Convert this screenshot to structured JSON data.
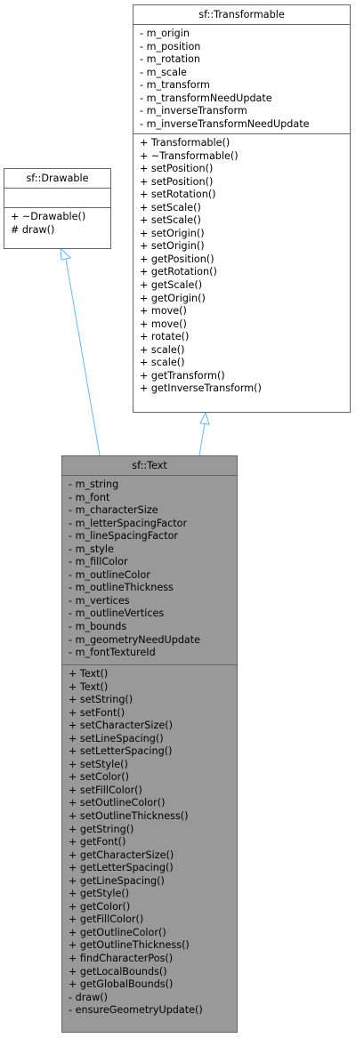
{
  "classes": {
    "transformable": {
      "name": "sf::Transformable",
      "attributes": [
        "- m_origin",
        "- m_position",
        "- m_rotation",
        "- m_scale",
        "- m_transform",
        "- m_transformNeedUpdate",
        "- m_inverseTransform",
        "- m_inverseTransformNeedUpdate"
      ],
      "methods": [
        "+ Transformable()",
        "+ ~Transformable()",
        "+ setPosition()",
        "+ setPosition()",
        "+ setRotation()",
        "+ setScale()",
        "+ setScale()",
        "+ setOrigin()",
        "+ setOrigin()",
        "+ getPosition()",
        "+ getRotation()",
        "+ getScale()",
        "+ getOrigin()",
        "+ move()",
        "+ move()",
        "+ rotate()",
        "+ scale()",
        "+ scale()",
        "+ getTransform()",
        "+ getInverseTransform()"
      ]
    },
    "drawable": {
      "name": "sf::Drawable",
      "attributes": [],
      "methods": [
        "+ ~Drawable()",
        "# draw()"
      ]
    },
    "text": {
      "name": "sf::Text",
      "attributes": [
        "- m_string",
        "- m_font",
        "- m_characterSize",
        "- m_letterSpacingFactor",
        "- m_lineSpacingFactor",
        "- m_style",
        "- m_fillColor",
        "- m_outlineColor",
        "- m_outlineThickness",
        "- m_vertices",
        "- m_outlineVertices",
        "- m_bounds",
        "- m_geometryNeedUpdate",
        "- m_fontTextureId"
      ],
      "methods": [
        "+ Text()",
        "+ Text()",
        "+ setString()",
        "+ setFont()",
        "+ setCharacterSize()",
        "+ setLineSpacing()",
        "+ setLetterSpacing()",
        "+ setStyle()",
        "+ setColor()",
        "+ setFillColor()",
        "+ setOutlineColor()",
        "+ setOutlineThickness()",
        "+ getString()",
        "+ getFont()",
        "+ getCharacterSize()",
        "+ getLetterSpacing()",
        "+ getLineSpacing()",
        "+ getStyle()",
        "+ getColor()",
        "+ getFillColor()",
        "+ getOutlineColor()",
        "+ getOutlineThickness()",
        "+ findCharacterPos()",
        "+ getLocalBounds()",
        "+ getGlobalBounds()",
        "- draw()",
        "- ensureGeometryUpdate()"
      ]
    }
  },
  "colors": {
    "edge": "#63b8ff",
    "border": "#666666",
    "focus_fill": "#999999",
    "box_fill": "#ffffff"
  }
}
